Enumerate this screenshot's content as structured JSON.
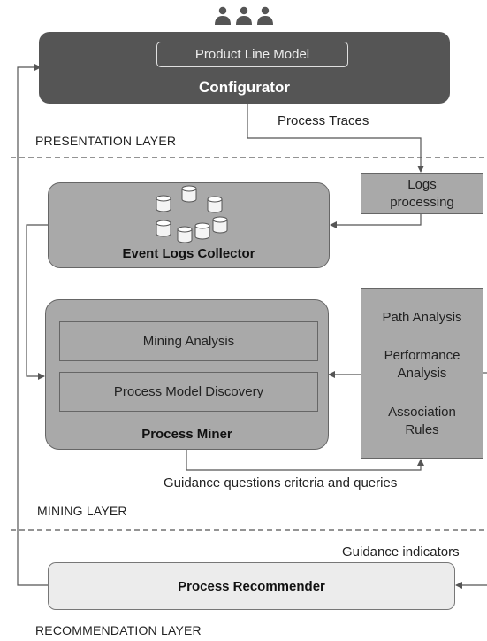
{
  "users": {
    "icon": "users-icon"
  },
  "configurator": {
    "inner_label": "Product Line Model",
    "title": "Configurator"
  },
  "labels": {
    "process_traces": "Process Traces",
    "logs_processing": "Logs processing",
    "guidance_questions": "Guidance questions criteria and queries",
    "guidance_indicators": "Guidance indicators"
  },
  "layers": {
    "presentation": "PRESENTATION LAYER",
    "mining": "MINING LAYER",
    "recommendation": "RECOMMENDATION LAYER"
  },
  "event_logs": {
    "title": "Event Logs Collector",
    "icon": "database-icon"
  },
  "process_miner": {
    "mining_analysis": "Mining Analysis",
    "model_discovery": "Process Model Discovery",
    "title": "Process Miner"
  },
  "analysis": {
    "path": "Path Analysis",
    "performance": "Performance Analysis",
    "association": "Association Rules"
  },
  "recommender": {
    "title": "Process Recommender"
  },
  "colors": {
    "configurator_bg": "#555555",
    "box_bg": "#a9a9a9",
    "recommender_bg": "#ececec",
    "line": "#555555"
  }
}
